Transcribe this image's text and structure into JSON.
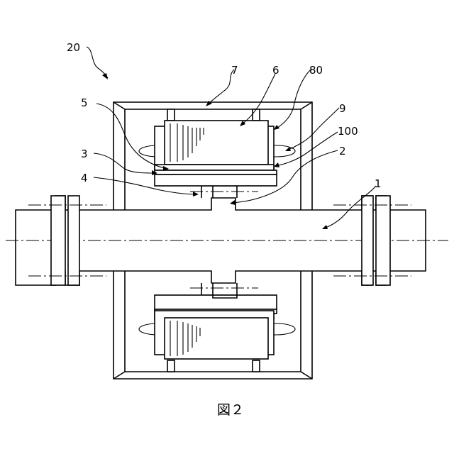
{
  "figure": {
    "labels": {
      "assembly": "20",
      "housing": "7",
      "magnet_block": "6",
      "outer_ring": "80",
      "coil": "9",
      "inner_layer": "100",
      "gap": "2",
      "plate_upper": "5",
      "plate_lower": "3",
      "hub": "4",
      "shaft": "1"
    },
    "caption": "図２"
  }
}
